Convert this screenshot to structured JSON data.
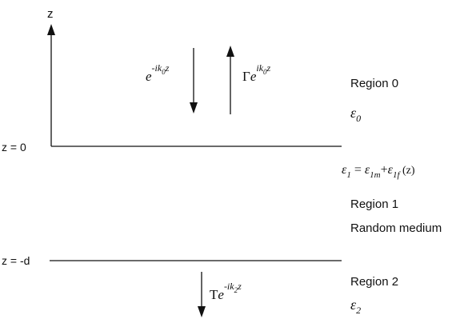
{
  "axis": {
    "label": "z"
  },
  "interfaces": {
    "top_label": "z = 0",
    "bottom_label": "z = -d"
  },
  "waves": {
    "incident": {
      "base": "e",
      "exp": "-ik",
      "sub": "0",
      "exp_tail": "z"
    },
    "reflected": {
      "coef": "Γ",
      "base": "e",
      "exp": "ik",
      "sub": "0",
      "exp_tail": "z"
    },
    "transmitted": {
      "coef": "T",
      "base": "e",
      "exp": "-ik",
      "sub": "2",
      "exp_tail": "z"
    }
  },
  "regions": [
    {
      "name": "Region 0",
      "eps_symbol": "ε",
      "eps_sub": "0"
    },
    {
      "eq_lhs": "ε",
      "eq_lhs_sub": "1",
      "eq_eq": " = ",
      "eq_t1": "ε",
      "eq_t1_sub": "1m",
      "eq_plus": "+",
      "eq_t2": "ε",
      "eq_t2_sub": "1f",
      "eq_arg": " (z)",
      "name": "Region 1",
      "description": "Random medium"
    },
    {
      "name": "Region 2",
      "eps_symbol": "ε",
      "eps_sub": "2"
    }
  ],
  "colors": {
    "ink": "#111111",
    "background": "#ffffff"
  }
}
